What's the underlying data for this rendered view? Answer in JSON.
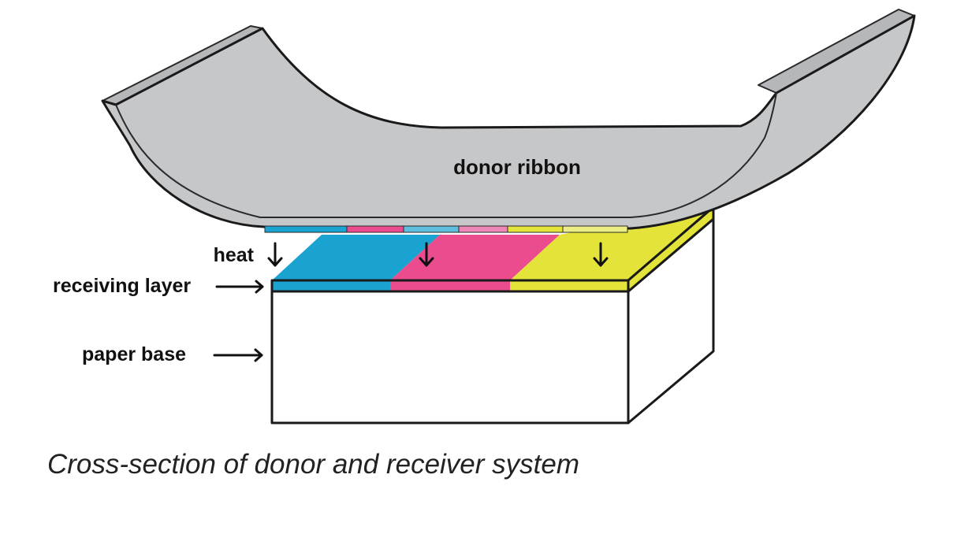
{
  "labels": {
    "donor_ribbon": "donor ribbon",
    "heat": "heat",
    "receiving_layer": "receiving layer",
    "paper_base": "paper base"
  },
  "caption": "Cross-section of donor and receiver system",
  "colors": {
    "ribbon": "#c6c7c9",
    "ribbon_edge": "#b6b7ba",
    "cyan": "#1aa3d0",
    "magenta": "#ea4c8e",
    "yellow": "#e3e33a",
    "cyan_light": "#5dbfdd",
    "magenta_light": "#ee86b6",
    "yellow_light": "#eded86",
    "paper": "#ffffff",
    "ink": "#111111"
  }
}
